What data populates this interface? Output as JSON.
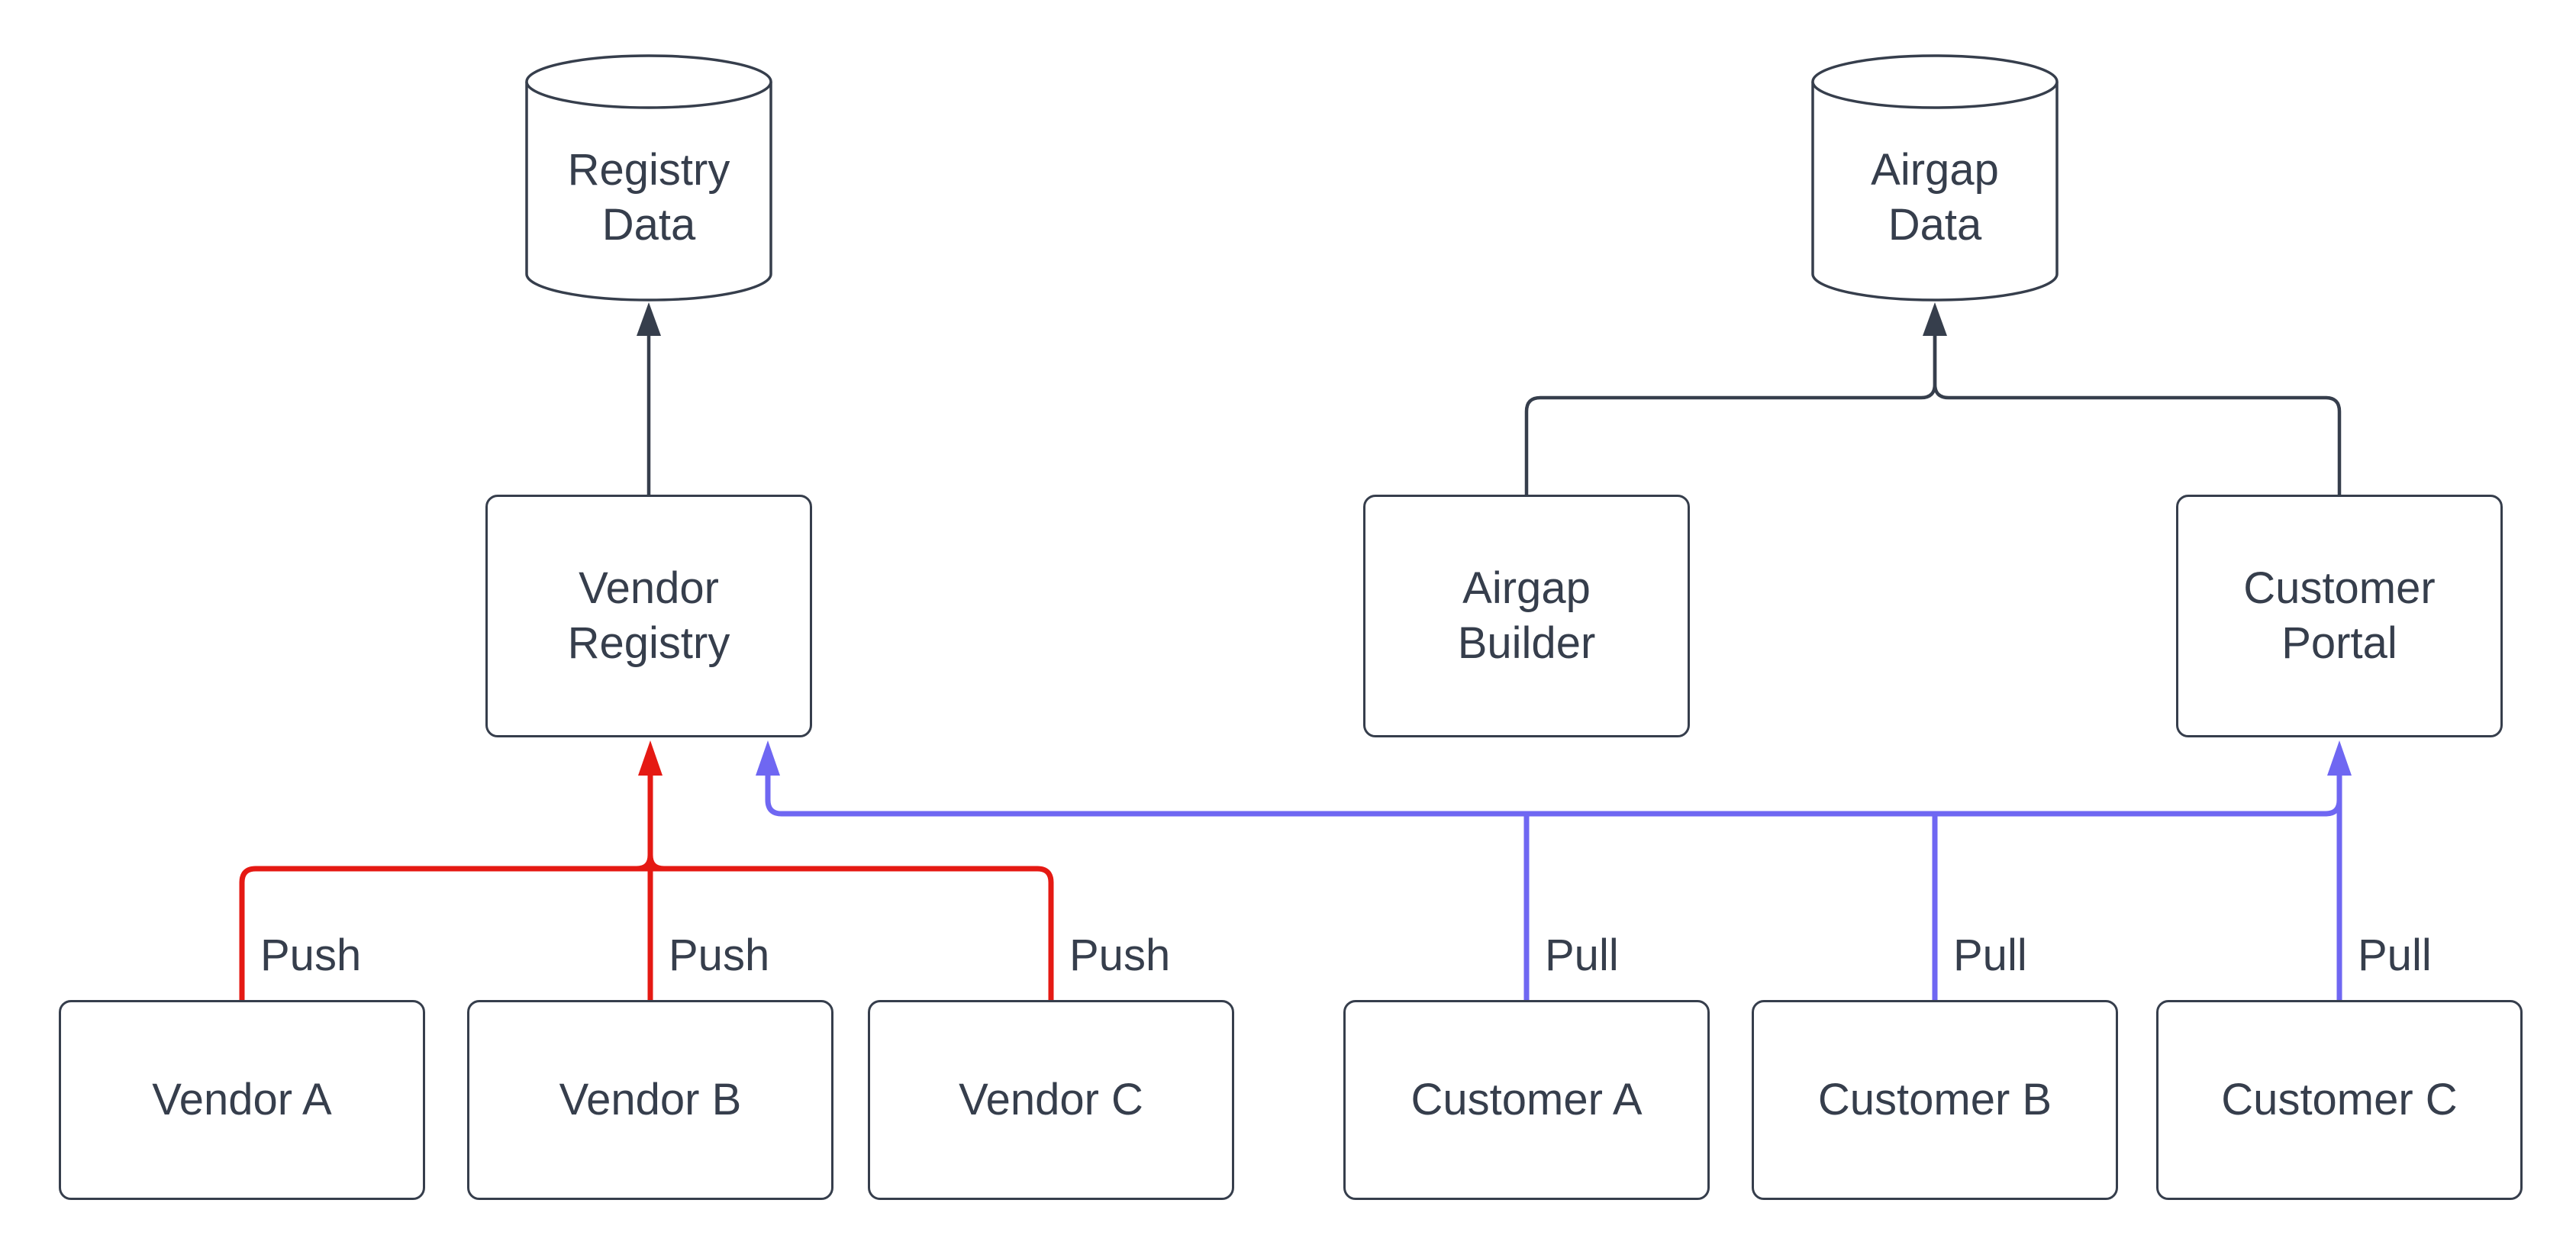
{
  "diagram_type": "flow-diagram",
  "colors": {
    "background": "#ffffff",
    "node_border": "#363e4c",
    "text": "#363e4c",
    "dark_connector": "#363e4c",
    "push_connector": "#e51913",
    "pull_connector": "#6f67f2"
  },
  "nodes": {
    "registry_data": {
      "label": "Registry Data",
      "shape": "cylinder"
    },
    "airgap_data": {
      "label": "Airgap Data",
      "shape": "cylinder"
    },
    "vendor_registry": {
      "label": "Vendor Registry",
      "shape": "rectangle"
    },
    "airgap_builder": {
      "label": "Airgap Builder",
      "shape": "rectangle"
    },
    "customer_portal": {
      "label": "Customer Portal",
      "shape": "rectangle"
    },
    "vendor_a": {
      "label": "Vendor A",
      "shape": "rectangle"
    },
    "vendor_b": {
      "label": "Vendor B",
      "shape": "rectangle"
    },
    "vendor_c": {
      "label": "Vendor C",
      "shape": "rectangle"
    },
    "customer_a": {
      "label": "Customer A",
      "shape": "rectangle"
    },
    "customer_b": {
      "label": "Customer B",
      "shape": "rectangle"
    },
    "customer_c": {
      "label": "Customer C",
      "shape": "rectangle"
    }
  },
  "edge_labels": {
    "push": [
      "Push",
      "Push",
      "Push"
    ],
    "pull": [
      "Pull",
      "Pull",
      "Pull"
    ]
  },
  "connections": [
    {
      "from": "Vendor Registry",
      "to": "Registry Data",
      "color": "#363e4c",
      "label": ""
    },
    {
      "from": "Airgap Builder",
      "to": "Airgap Data",
      "color": "#363e4c",
      "label": ""
    },
    {
      "from": "Customer Portal",
      "to": "Airgap Data",
      "color": "#363e4c",
      "label": ""
    },
    {
      "from": "Vendor A",
      "to": "Vendor Registry",
      "color": "#e51913",
      "label": "Push"
    },
    {
      "from": "Vendor B",
      "to": "Vendor Registry",
      "color": "#e51913",
      "label": "Push"
    },
    {
      "from": "Vendor C",
      "to": "Vendor Registry",
      "color": "#e51913",
      "label": "Push"
    },
    {
      "from": "Customer A",
      "to": "Vendor Registry / Customer Portal",
      "color": "#6f67f2",
      "label": "Pull"
    },
    {
      "from": "Customer B",
      "to": "Vendor Registry / Customer Portal",
      "color": "#6f67f2",
      "label": "Pull"
    },
    {
      "from": "Customer C",
      "to": "Vendor Registry / Customer Portal",
      "color": "#6f67f2",
      "label": "Pull"
    }
  ]
}
